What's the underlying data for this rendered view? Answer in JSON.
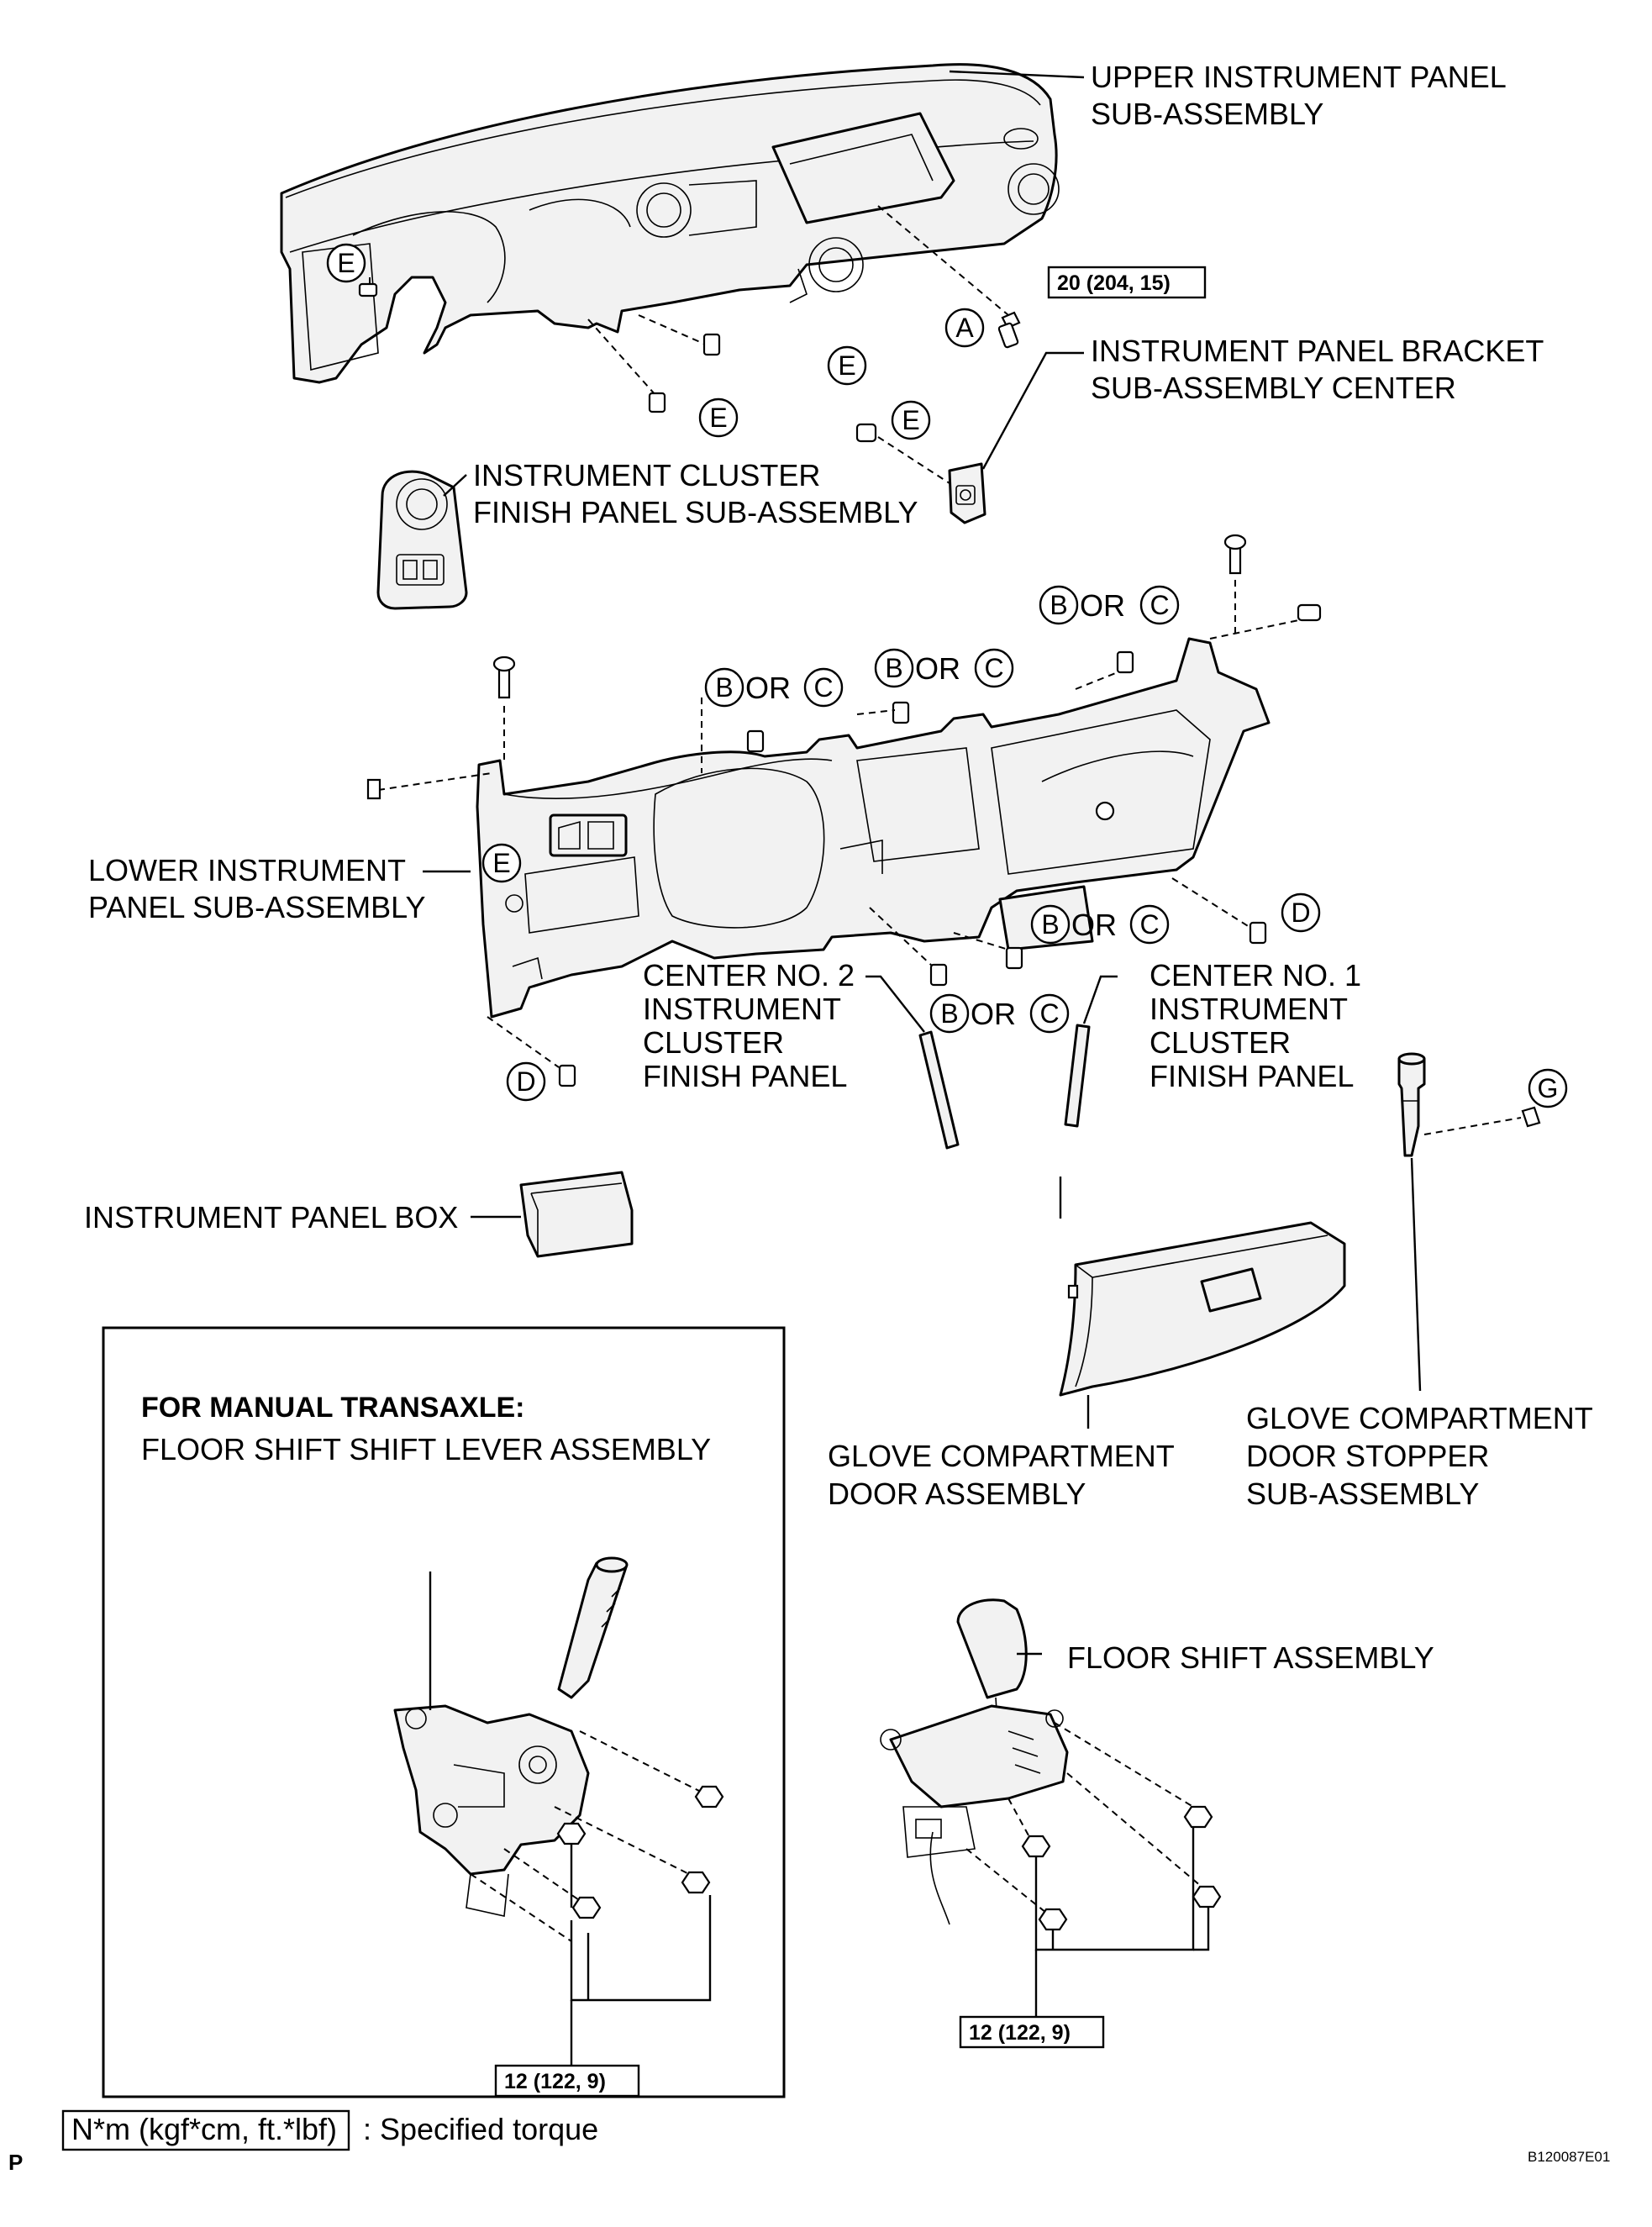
{
  "labels": {
    "upper_panel": [
      "UPPER INSTRUMENT PANEL",
      "SUB-ASSEMBLY"
    ],
    "bracket_center": [
      "INSTRUMENT PANEL BRACKET",
      "SUB-ASSEMBLY CENTER"
    ],
    "cluster_finish": [
      "INSTRUMENT CLUSTER",
      "FINISH PANEL SUB-ASSEMBLY"
    ],
    "lower_panel": [
      "LOWER INSTRUMENT",
      "PANEL SUB-ASSEMBLY"
    ],
    "center_no2": [
      "CENTER NO. 2",
      "INSTRUMENT",
      "CLUSTER",
      "FINISH PANEL"
    ],
    "center_no1": [
      "CENTER NO. 1",
      "INSTRUMENT",
      "CLUSTER",
      "FINISH PANEL"
    ],
    "panel_box": "INSTRUMENT PANEL BOX",
    "glove_door": [
      "GLOVE COMPARTMENT",
      "DOOR ASSEMBLY"
    ],
    "glove_stopper": [
      "GLOVE COMPARTMENT",
      "DOOR STOPPER",
      "SUB-ASSEMBLY"
    ],
    "manual_heading": "FOR MANUAL TRANSAXLE:",
    "manual_part": "FLOOR SHIFT SHIFT LEVER ASSEMBLY",
    "floor_shift": "FLOOR SHIFT ASSEMBLY"
  },
  "torques": {
    "upper": "20 (204, 15)",
    "manual": "12 (122, 9)",
    "auto": "12 (122, 9)"
  },
  "callouts": {
    "a": "A",
    "b": "B",
    "c": "C",
    "d": "D",
    "e": "E",
    "g": "G",
    "or_word": "OR"
  },
  "legend": {
    "unit_box": "N*m (kgf*cm, ft.*lbf)",
    "text": ": Specified torque",
    "corner": "P"
  },
  "figure_ref": "B120087E01"
}
